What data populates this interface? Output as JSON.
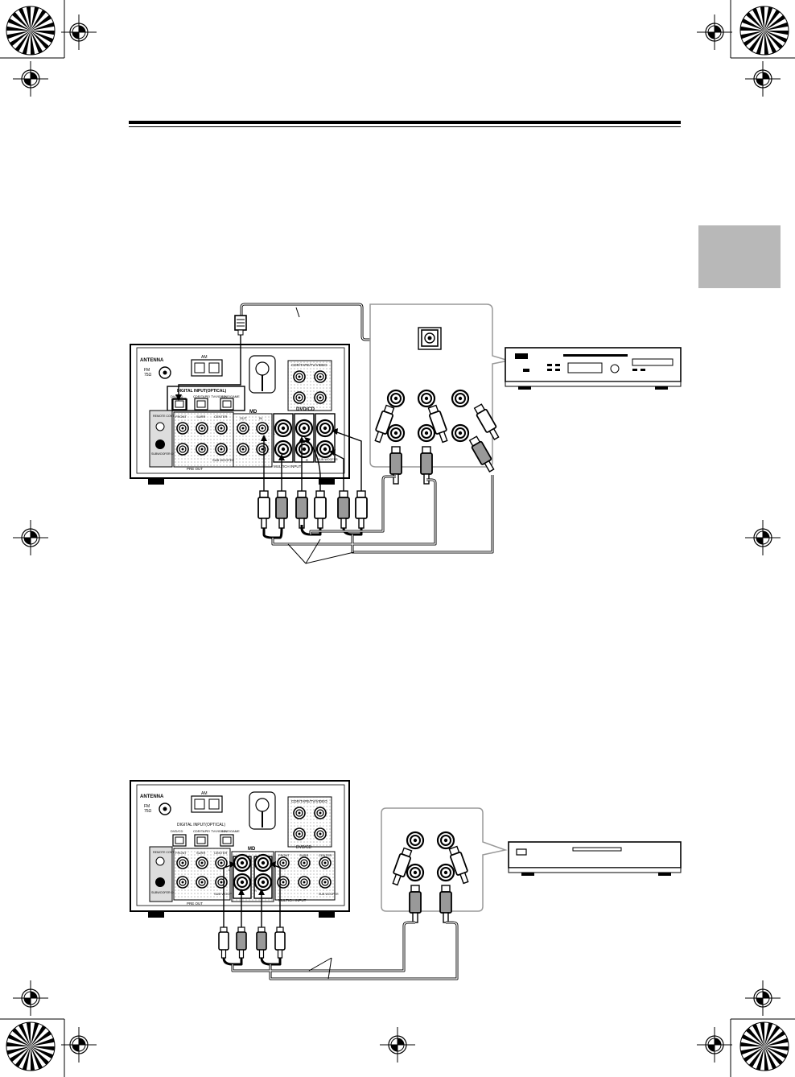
{
  "colors": {
    "ink": "#000000",
    "tab_gray": "#b8b8b8",
    "panel_gray": "#d9d9d9",
    "dot_gray": "#c8c8c8",
    "callout_border": "#999999"
  },
  "icons": [
    "registration-mark-icon",
    "color-wheel-icon",
    "crop-mark-icon",
    "rca-jack-icon",
    "optical-jack-icon",
    "rca-plug-icon",
    "optical-plug-icon"
  ],
  "receiver": {
    "antenna": "ANTENNA",
    "fm": "FM",
    "fm_ohm": "75Ω",
    "am": "AM",
    "digital_input": "DIGITAL INPUT(OPTICAL)",
    "dvd_cd": "DVD/CD",
    "cdr_tape_tv_video": "CDR/TAPE/ TV/VIDEO",
    "line_game": "LINE/GAME",
    "remote_control": "REMOTE CONTROL",
    "subwoofer_control": "SUBWOOFER CONTROL",
    "front": "FRONT",
    "surr": "SURR",
    "center": "CENTER",
    "pre_out": "PRE OUT",
    "sub_woofer": "SUB WOOFER",
    "md": "MD",
    "out": "OUT",
    "in": "IN",
    "dvd_cd_top": "DVD/CD",
    "cdr_tape_video": "CDR/TAPE/TV/VIDEO",
    "multich_input": "MULTICH INPUT",
    "l": "L",
    "r": "R"
  }
}
